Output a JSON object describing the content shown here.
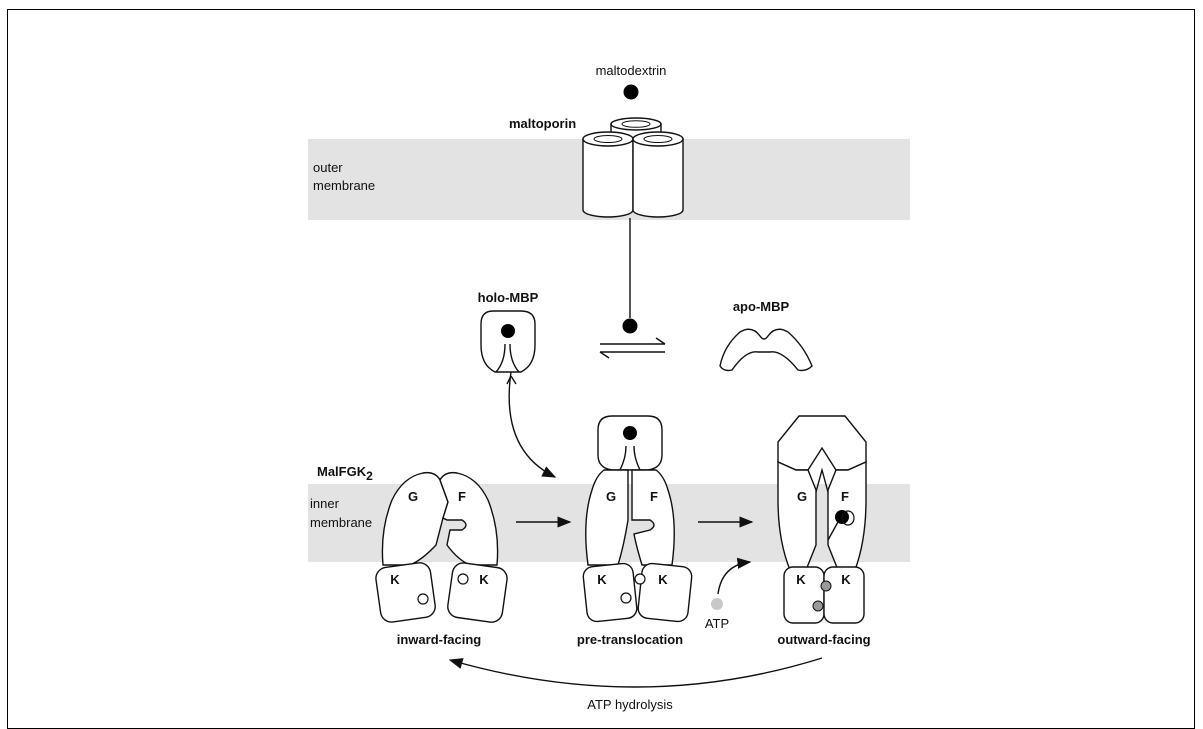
{
  "labels": {
    "maltodextrin": "maltodextrin",
    "maltoporin": "maltoporin",
    "outer_membrane_1": "outer",
    "outer_membrane_2": "membrane",
    "holo_mbp": "holo-MBP",
    "apo_mbp": "apo-MBP",
    "malfgk": "MalFGK",
    "malfgk_sub": "2",
    "inner_membrane_1": "inner",
    "inner_membrane_2": "membrane",
    "inward_facing": "inward-facing",
    "pre_translocation": "pre-translocation",
    "outward_facing": "outward-facing",
    "atp": "ATP",
    "atp_hydrolysis": "ATP hydrolysis"
  },
  "subunits": {
    "g": "G",
    "f": "F",
    "k": "K"
  },
  "colors": {
    "membrane": "#e3e3e3",
    "ligand": "#000000",
    "atp": "#c8c8c8",
    "adp": "#9a9a9a"
  }
}
